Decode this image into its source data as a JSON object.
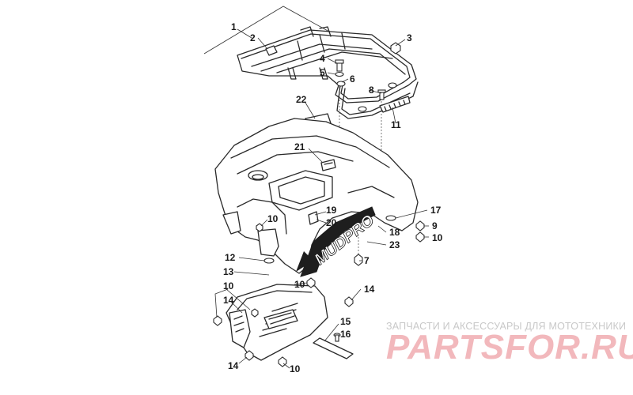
{
  "callouts": [
    {
      "id": "c1",
      "label": "1"
    },
    {
      "id": "c2",
      "label": "2"
    },
    {
      "id": "c3",
      "label": "3"
    },
    {
      "id": "c4",
      "label": "4"
    },
    {
      "id": "c5",
      "label": "5"
    },
    {
      "id": "c6",
      "label": "6"
    },
    {
      "id": "c7",
      "label": "7"
    },
    {
      "id": "c8",
      "label": "8"
    },
    {
      "id": "c9",
      "label": "9"
    },
    {
      "id": "c10a",
      "label": "10"
    },
    {
      "id": "c10b",
      "label": "10"
    },
    {
      "id": "c10c",
      "label": "10"
    },
    {
      "id": "c10d",
      "label": "10"
    },
    {
      "id": "c10e",
      "label": "10"
    },
    {
      "id": "c11",
      "label": "11"
    },
    {
      "id": "c12",
      "label": "12"
    },
    {
      "id": "c13",
      "label": "13"
    },
    {
      "id": "c14a",
      "label": "14"
    },
    {
      "id": "c14b",
      "label": "14"
    },
    {
      "id": "c14c",
      "label": "14"
    },
    {
      "id": "c15",
      "label": "15"
    },
    {
      "id": "c16",
      "label": "16"
    },
    {
      "id": "c17",
      "label": "17"
    },
    {
      "id": "c18",
      "label": "18"
    },
    {
      "id": "c19",
      "label": "19"
    },
    {
      "id": "c20",
      "label": "20"
    },
    {
      "id": "c21",
      "label": "21"
    },
    {
      "id": "c22",
      "label": "22"
    },
    {
      "id": "c23",
      "label": "23"
    }
  ],
  "decal": {
    "text": "MUDPRO"
  },
  "watermark": {
    "tagline": "ЗАПЧАСТИ И АКСЕССУАРЫ ДЛЯ МОТОТЕХНИКИ",
    "logo": "PARTSFOR.RU",
    "color": "#e8a0a5"
  }
}
